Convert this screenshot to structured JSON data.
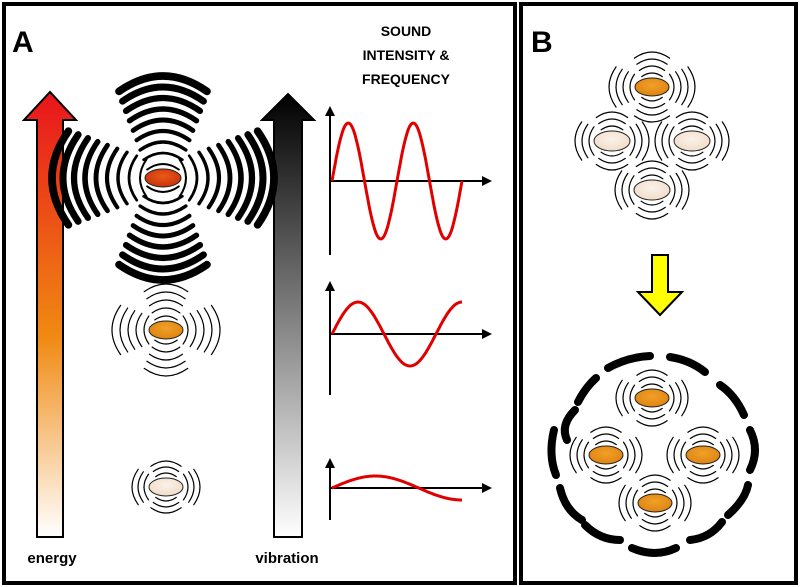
{
  "panel_a": {
    "letter": "A",
    "title_lines": [
      "SOUND",
      "INTENSITY &",
      "FREQUENCY"
    ],
    "energy_label": "energy",
    "vibration_label": "vibration"
  },
  "panel_b": {
    "letter": "B"
  },
  "colors": {
    "energy_gradient_top": "#e8141c",
    "energy_gradient_mid": "#f08a12",
    "energy_gradient_bottom": "#ffffff",
    "vibration_gradient_top": "#000000",
    "vibration_gradient_bottom": "#ffffff",
    "wave": "#e00000",
    "particle_high": "#d8400e",
    "particle_mid": "#e8901a",
    "particle_low": "#f7e6d6",
    "down_arrow": "#ffff00"
  }
}
